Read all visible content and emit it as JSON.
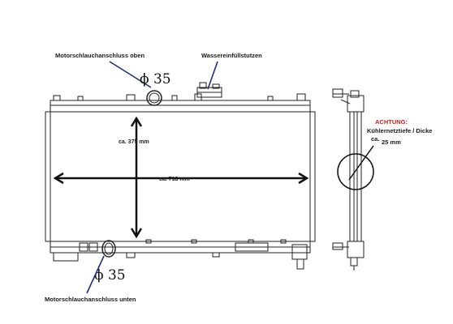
{
  "labels": {
    "upper_hose": "Motorschlauchanschluss oben",
    "filler_neck": "Wassereinfüllstutzen",
    "lower_hose": "Motorschlauchanschluss unten",
    "upper_diameter": "ϕ 35",
    "lower_diameter": "ϕ 35",
    "height_dim": "ca. 375 mm",
    "width_dim": "ca. 718 mm",
    "warning_title": "ACHTUNG:",
    "warning_line1": "Kühlernetztiefe / Dicke",
    "warning_line2_a": "ca.",
    "warning_line2_b": "25 mm"
  },
  "colors": {
    "line": "#222222",
    "pointer": "#1f2f7a",
    "warning": "#cc2222"
  }
}
